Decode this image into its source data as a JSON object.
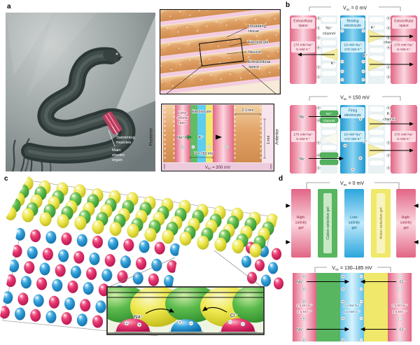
{
  "panel_labels": {
    "a": "a",
    "b": "b",
    "c": "c",
    "d": "d"
  },
  "colors": {
    "pink": "#e26585",
    "pink_light": "#fbd7e0",
    "green": "#58b560",
    "blue": "#2aa6dd",
    "yellow": "#efe86a",
    "red_droplet": "#e83a71",
    "blue_droplet": "#35a3dc",
    "green_droplet": "#5cbb4d",
    "yellow_droplet": "#eee84e",
    "tan": "#e2a368",
    "membrane": "#e9f1f3"
  },
  "panel_a": {
    "swimming_muscles": [
      "Swimming",
      "muscles"
    ],
    "main_electric_organ": [
      "Main",
      "electric",
      "organ"
    ],
    "tissue_inset": {
      "insulating_tissue": [
        "Insulating",
        "tissue"
      ],
      "electrocyte": "Electrocyte",
      "neuron": "Neuron",
      "extracellular_space": [
        "Extracellular",
        "space"
      ]
    },
    "cell_inset": {
      "extracellular": [
        "Extra-",
        "cellular",
        "space"
      ],
      "electrocyte": "Electrocyte",
      "na": "Na⁺",
      "k": "K⁺",
      "v_cell": "V = 150 mV",
      "v_oc": {
        "v": "V",
        "sub": "oc",
        "val": " = 300 mV"
      },
      "dim_width": "0.1 mm",
      "dim_height": "1 mm",
      "posterior": "Posterior",
      "anterior": "Anterior"
    }
  },
  "panel_b": {
    "resting": {
      "title": {
        "v": "V",
        "sub": "oc",
        "val": " = 0 mV"
      },
      "left_space": [
        "Extracellular",
        "space"
      ],
      "right_space": [
        "Extracellular",
        "space"
      ],
      "left_conc": [
        "170 mM Na⁺",
        "5 mM K⁺"
      ],
      "right_conc": [
        "170 mM Na⁺",
        "5 mM K⁺"
      ],
      "na_channel": [
        "Na⁺",
        "channel"
      ],
      "cell": [
        "Resting",
        "electrocyte"
      ],
      "cell_conc": [
        "10 mM Na⁺",
        "170 mM K⁺"
      ],
      "k_channel": [
        "K⁺",
        "channel"
      ],
      "k": "K⁺"
    },
    "firing": {
      "title": {
        "v": "V",
        "sub": "oc",
        "val": " = 150 mV"
      },
      "na": "Na⁺",
      "na_channel": [
        "Na⁺",
        "channel"
      ],
      "cell": [
        "Firing",
        "electrocyte"
      ],
      "cell_conc": [
        "10 mM Na⁺",
        "170 mM K⁺"
      ],
      "left_conc": [
        "170 mM Na⁺",
        "5 mM K⁺"
      ],
      "right_conc": [
        "170 mM Na⁺",
        "5 mM K⁺"
      ],
      "k_channel": [
        "K⁺",
        "channel"
      ],
      "k": "K⁺"
    }
  },
  "panel_c": {
    "inset": {
      "na": "Na⁺",
      "cl": "Cl⁻"
    }
  },
  "panel_d": {
    "open": {
      "title": {
        "v": "V",
        "sub": "oc",
        "val": " = 0 mV"
      },
      "high_salinity": [
        "High-",
        "salinity",
        "gel"
      ],
      "cation_gel": "Cation-selective gel",
      "low_salinity": [
        "Low-",
        "salinity",
        "gel"
      ],
      "anion_gel": "Anion-selective gel",
      "high_salinity_right": [
        "High-",
        "salinity",
        "gel"
      ]
    },
    "stacked": {
      "title": {
        "v": "V",
        "sub": "oc",
        "val": " = 130–185 mV"
      },
      "na": "Na⁺",
      "cl": "Cl⁻",
      "left_conc": [
        "2.5 M Na⁺",
        "2.5 M Cl⁻"
      ],
      "mid_conc": [
        "15 mM Na⁺",
        "15 mM Cl⁻"
      ],
      "right_conc": [
        "2.5 M Na⁺",
        "2.5 M Cl⁻"
      ]
    }
  }
}
